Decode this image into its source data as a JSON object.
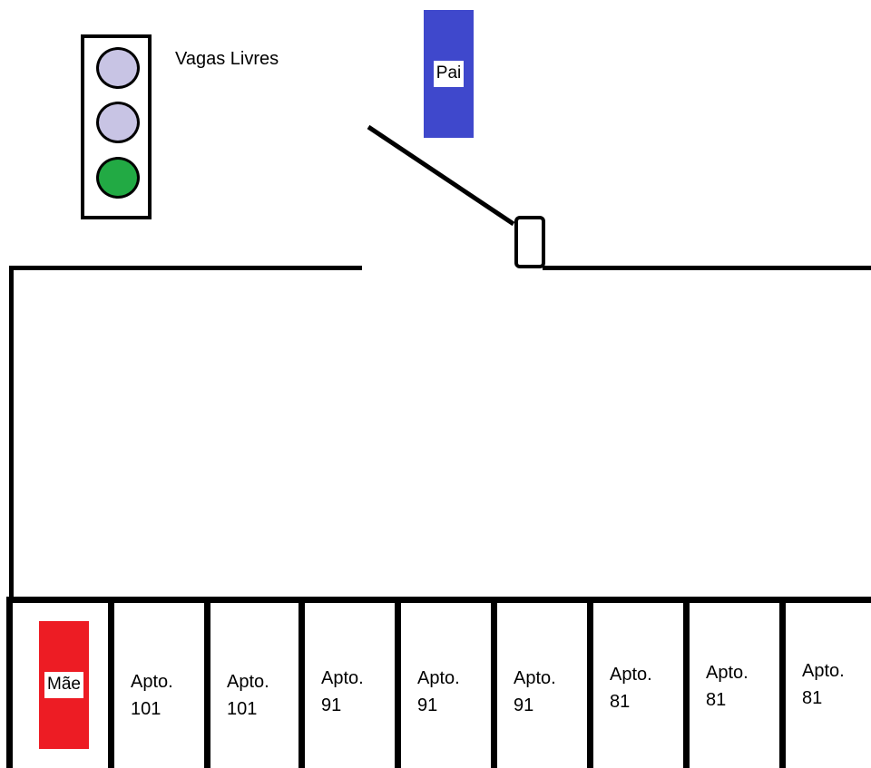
{
  "traffic_light": {
    "label": "Vagas Livres",
    "lamps": [
      {
        "state": "off",
        "color": "#c8c4e4"
      },
      {
        "state": "off",
        "color": "#c8c4e4"
      },
      {
        "state": "on",
        "color": "#22aa44"
      }
    ]
  },
  "cars": {
    "pai": {
      "label": "Pai",
      "color": "#3f48cc"
    },
    "mae": {
      "label": "Mãe",
      "color": "#ed1c24"
    }
  },
  "spots": [
    {
      "label": "Mãe",
      "occupied": true
    },
    {
      "label": "Apto.\n101"
    },
    {
      "label": "Apto.\n101"
    },
    {
      "label": "Apto.\n91"
    },
    {
      "label": "Apto.\n91"
    },
    {
      "label": "Apto.\n91"
    },
    {
      "label": "Apto.\n81"
    },
    {
      "label": "Apto.\n81"
    },
    {
      "label": "Apto.\n81"
    }
  ]
}
